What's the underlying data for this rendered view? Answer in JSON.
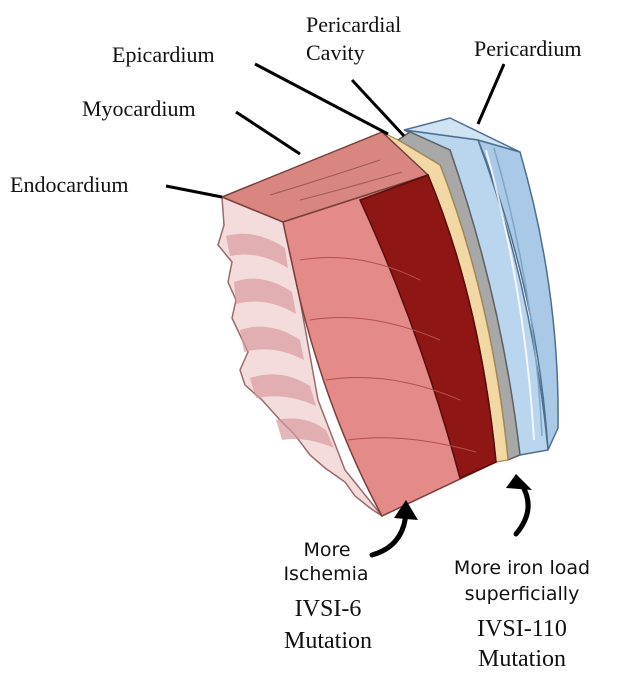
{
  "labels": {
    "epicardium": "Epicardium",
    "pericardial_cavity_line1": "Pericardial",
    "pericardial_cavity_line2": "Cavity",
    "pericardium": "Pericardium",
    "myocardium": "Myocardium",
    "endocardium": "Endocardium"
  },
  "annotations": {
    "ischemia": {
      "line1": "More",
      "line2": "Ischemia",
      "mutation_line1": "IVSI-6",
      "mutation_line2": "Mutation"
    },
    "iron": {
      "line1": "More iron load",
      "line2": "superficially",
      "mutation_line1": "IVSI-110",
      "mutation_line2": "Mutation"
    }
  },
  "colors": {
    "myocardium": "#e48a88",
    "myocardium_top": "#d98680",
    "iron_region": "#8e1614",
    "endocardium_face": "#f3d8d8",
    "epicardium_fat": "#f1d8a4",
    "pericardial_cavity": "#a9a9a9",
    "pericardium": "#b9d6ee"
  }
}
